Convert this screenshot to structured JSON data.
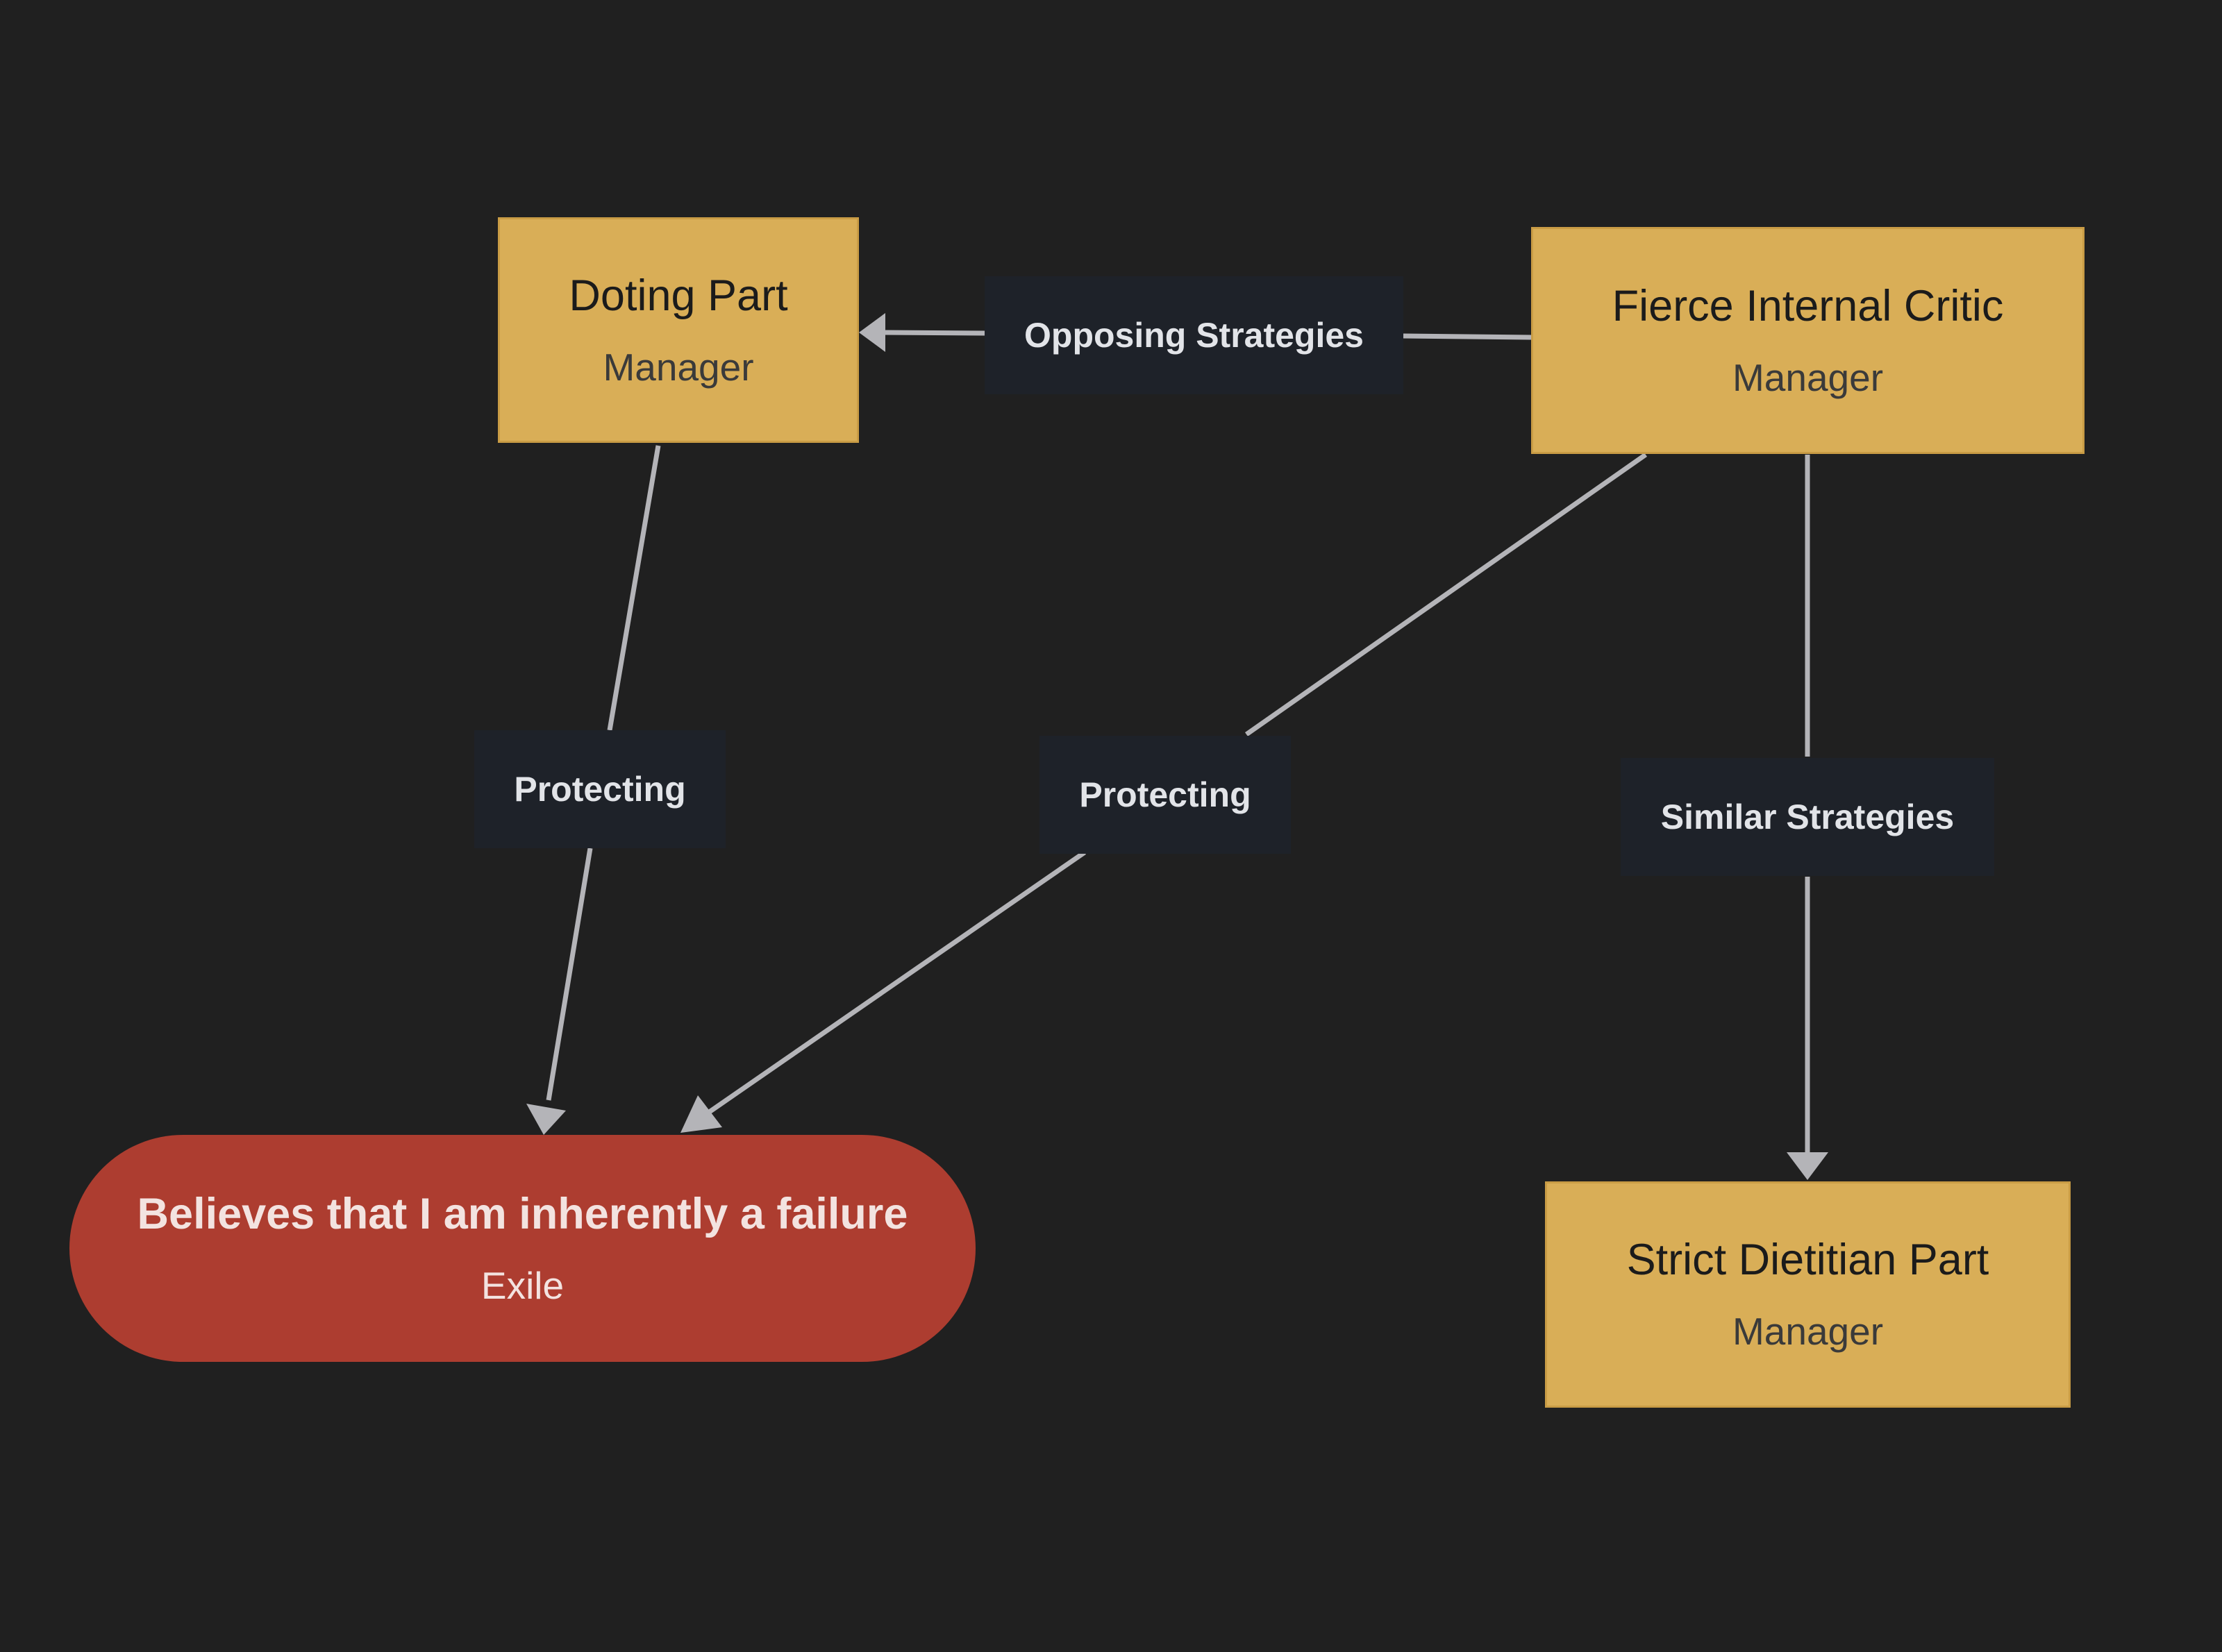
{
  "diagram": {
    "nodes": {
      "doting": {
        "title": "Doting Part",
        "role": "Manager",
        "color": "#d9ae57"
      },
      "critic": {
        "title": "Fierce Internal Critic",
        "role": "Manager",
        "color": "#d9ae57"
      },
      "exile": {
        "title": "Believes that I am inherently a failure",
        "role": "Exile",
        "color": "#ad3d30"
      },
      "dietitian": {
        "title": "Strict Dietitian Part",
        "role": "Manager",
        "color": "#d9ae57"
      }
    },
    "edges": [
      {
        "from": "Fierce Internal Critic",
        "to": "Doting Part",
        "label": "Opposing Strategies"
      },
      {
        "from": "Doting Part",
        "to": "Believes that I am inherently a failure",
        "label": "Protecting"
      },
      {
        "from": "Fierce Internal Critic",
        "to": "Believes that I am inherently a failure",
        "label": "Protecting"
      },
      {
        "from": "Fierce Internal Critic",
        "to": "Strict Dietitian Part",
        "label": "Similar Strategies"
      }
    ]
  }
}
